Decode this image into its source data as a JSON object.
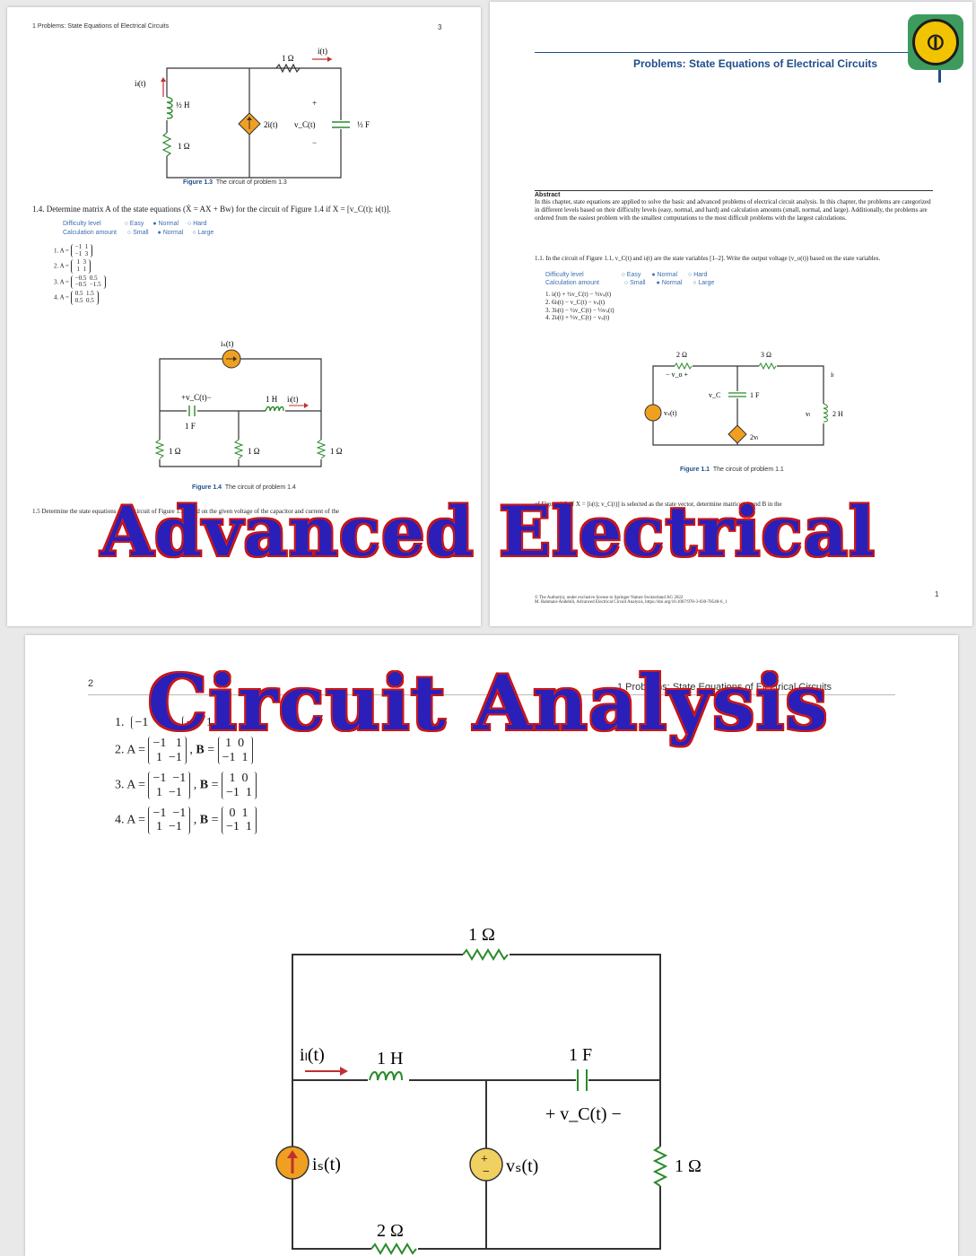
{
  "page1": {
    "running_header": "1  Problems: State Equations of Electrical Circuits",
    "page_number": "3",
    "fig13_labels": {
      "r_top": "1 Ω",
      "i_t": "i(t)",
      "iL": "iₗ(t)",
      "L": "½ H",
      "src": "2i(t)",
      "vc": "v_C(t)",
      "C": "⅓ F",
      "r_left": "1 Ω"
    },
    "fig13_caption_num": "Figure 1.3",
    "fig13_caption_text": "The circuit of problem 1.3",
    "q14": "1.4. Determine matrix A of the state equations (Ẋ = AX + Bw) for the circuit of Figure 1.4 if X = [v_C(t); iₗ(t)].",
    "difficulty_label": "Difficulty level",
    "calc_label": "Calculation amount",
    "diff_opts": [
      "○ Easy",
      "● Normal",
      "○ Hard"
    ],
    "calc_opts": [
      "○ Small",
      "● Normal",
      "○ Large"
    ],
    "answers": [
      {
        "n": "1. A =",
        "r1": "−1  1",
        "r2": "−1  3"
      },
      {
        "n": "2. A =",
        "r1": " 1  3",
        "r2": " 1  1"
      },
      {
        "n": "3. A =",
        "r1": "−0.5  0.5",
        "r2": "−0.5  −1.5"
      },
      {
        "n": "4. A =",
        "r1": "0.5  1.5",
        "r2": "0.5  0.5"
      }
    ],
    "fig14_labels": {
      "is": "iₛ(t)",
      "vc": "+v_C(t)−",
      "C": "1 F",
      "L": "1 H",
      "iL": "iₗ(t)",
      "r1": "1 Ω",
      "r2": "1 Ω",
      "r3": "1 Ω"
    },
    "fig14_caption_num": "Figure 1.4",
    "fig14_caption_text": "The circuit of problem 1.4",
    "q15_fragment": "1.5  Determine the state equations of the circuit of Figure 1.5 based on the given voltage of the capacitor and current of the"
  },
  "page2": {
    "chapter_title": "Problems: State Equations of Electrical Circuits",
    "abstract_heading": "Abstract",
    "abstract_text": "In this chapter, state equations are applied to solve the basic and advanced problems of electrical circuit analysis. In this chapter, the problems are categorized in different levels based on their difficulty levels (easy, normal, and hard) and calculation amounts (small, normal, and large). Additionally, the problems are ordered from the easiest problem with the smallest computations to the most difficult problems with the largest calculations.",
    "q11": "1.1. In the circuit of Figure 1.1, v_C(t) and iₗ(t) are the state variables [1–2]. Write the output voltage (v_o(t)) based on the state variables.",
    "difficulty_label": "Difficulty level",
    "calc_label": "Calculation amount",
    "diff_opts": [
      "○ Easy",
      "● Normal",
      "○ Hard"
    ],
    "calc_opts": [
      "○ Small",
      "● Normal",
      "○ Large"
    ],
    "answers": [
      "1. iₗ(t) + ½v_C(t) − ⅓vₛ(t)",
      "2. 6iₗ(t) − v_C(t) − vₛ(t)",
      "3. 3iₗ(t) − ½v_C(t) − ⅓vₛ(t)",
      "4. 2iₗ(t) + ⅓v_C(t) − vₛ(t)"
    ],
    "fig11_labels": {
      "r1": "2 Ω",
      "r2": "3 Ω",
      "vo": "− v_o +",
      "vs": "vₛ(t)",
      "C": "1 F",
      "vc": "v_C",
      "dep": "2vₗ",
      "L": "2 H",
      "vl": "vₗ",
      "il": "iₗ"
    },
    "fig11_caption_num": "Figure 1.1",
    "fig11_caption_text": "The circuit of problem 1.1",
    "q12_fragment": "of Figure 1.2, if X = [iₗ(t); v_C(t)] is selected as the state vector, determine matrices A and B in the",
    "copyright1": "© The Author(s), under exclusive license to Springer Nature Switzerland AG 2022",
    "copyright2": "M. Rahmani-Andebili, Advanced Electrical Circuit Analysis, https://doi.org/10.1007/978-3-030-78540-6_1",
    "page_number": "1"
  },
  "page3": {
    "page_number": "2",
    "running_header": "1  Problems: State Equations of Electrical Circuits",
    "answers": [
      {
        "n": "1.",
        "A1": "−1  −1",
        "A2": "",
        "B1": "−1  1",
        "B2": ""
      },
      {
        "n": "2. A =",
        "A1": "−1   1",
        "A2": " 1  −1",
        "B1": " 1  0",
        "B2": "−1  1"
      },
      {
        "n": "3. A =",
        "A1": "−1  −1",
        "A2": " 1  −1",
        "B1": " 1  0",
        "B2": "−1  1"
      },
      {
        "n": "4. A =",
        "A1": "−1  −1",
        "A2": " 1  −1",
        "B1": " 0  1",
        "B2": "−1  1"
      }
    ],
    "fig_labels": {
      "r_top": "1 Ω",
      "iL": "iₗ(t)",
      "L": "1 H",
      "C": "1 F",
      "vc": "+ v_C(t) −",
      "is": "iₛ(t)",
      "vs": "vₛ(t)",
      "r_right": "1 Ω",
      "r_bottom": "2 Ω"
    }
  },
  "overlay": {
    "line1": "Advanced Electrical",
    "line2": "Circuit  Analysis"
  },
  "logo_icon": "coin-logo-icon",
  "colors": {
    "overlay_fill": "#2a1fb8",
    "overlay_stroke": "#d81b1b",
    "chapter_title": "#1f4d8a",
    "logo_bg": "#3d9b5e",
    "logo_coin": "#f2c300",
    "source": "#f0a020"
  }
}
